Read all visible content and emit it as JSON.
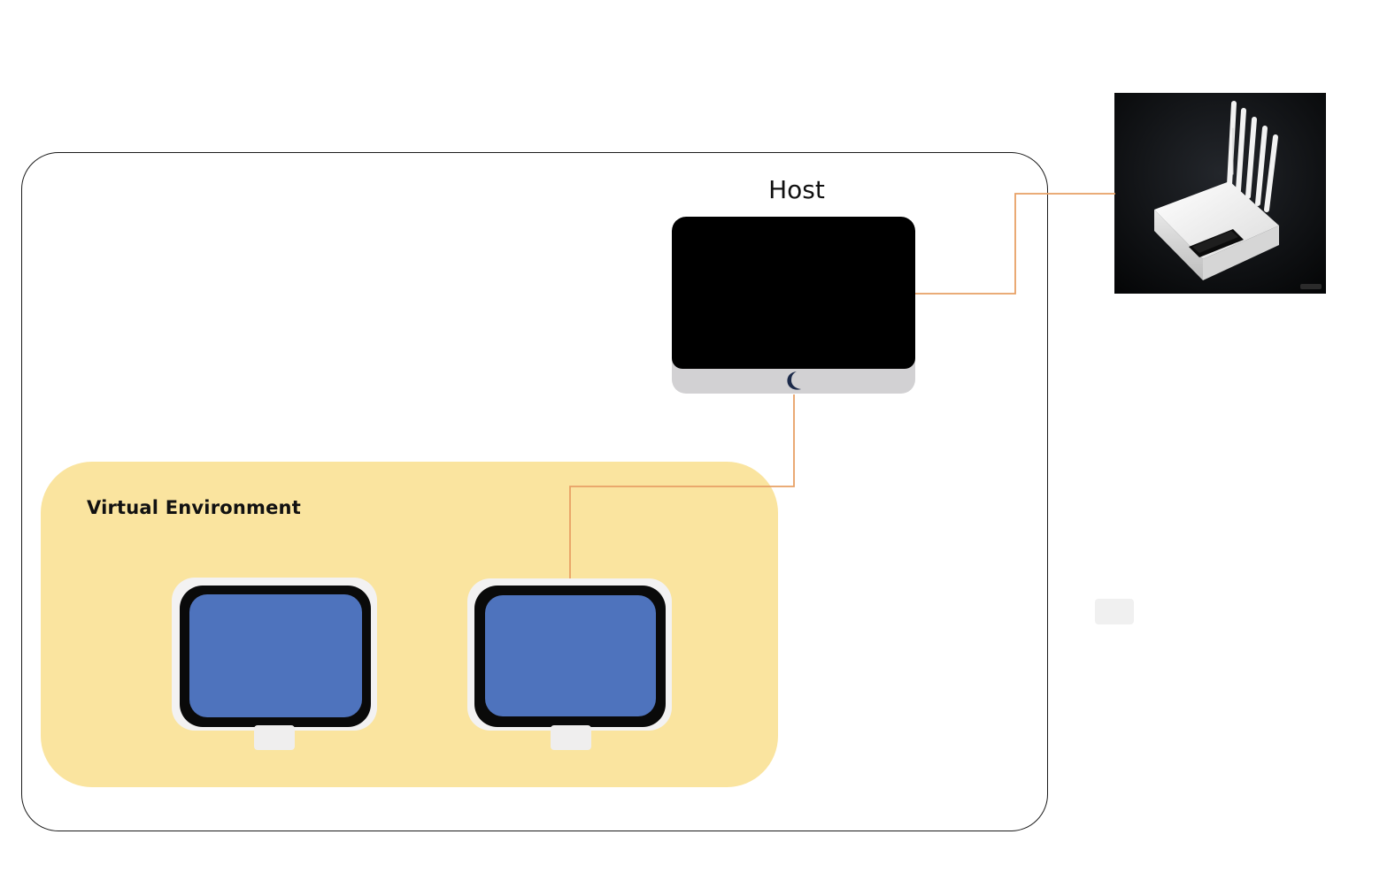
{
  "diagram": {
    "host_label": "Host",
    "virtual_environment_label": "Virtual Environment",
    "nodes": [
      {
        "id": "host",
        "label": "Host",
        "icon": "desktop-monitor-icon"
      },
      {
        "id": "vm-1",
        "label": "",
        "icon": "monitor-icon"
      },
      {
        "id": "vm-2",
        "label": "",
        "icon": "monitor-icon"
      },
      {
        "id": "router",
        "label": "",
        "icon": "wifi-router-icon"
      }
    ],
    "edges": [
      {
        "from": "host",
        "to": "router"
      },
      {
        "from": "host",
        "to": "vm-2"
      }
    ]
  },
  "colors": {
    "virtual_environment_fill": "#fae49f",
    "vm_screen": "#4e73bd",
    "host_screen": "#000000",
    "host_chin": "#d2d1d3",
    "connection_line": "#e8a065",
    "boundary_stroke": "#1a1a1a"
  }
}
